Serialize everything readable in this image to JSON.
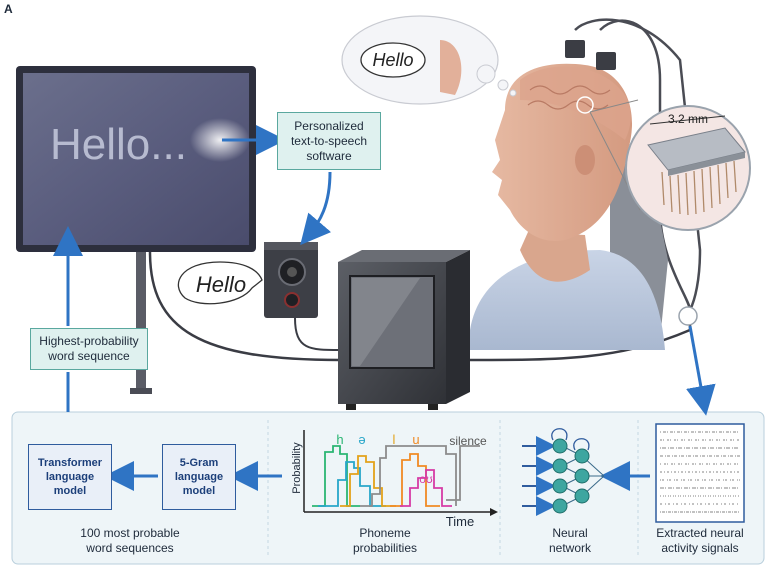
{
  "panel_letter": "A",
  "screen": {
    "text": "Hello..."
  },
  "thought": {
    "text": "Hello"
  },
  "speaker": {
    "text": "Hello"
  },
  "tts_box": {
    "line1": "Personalized",
    "line2": "text-to-speech",
    "line3": "software"
  },
  "word_seq_box": {
    "line1": "Highest-probability",
    "line2": "word sequence"
  },
  "array_size": "3.2 mm",
  "transformer_box": {
    "line1": "Transformer",
    "line2": "language",
    "line3": "model"
  },
  "gram_box": {
    "line1": "5-Gram",
    "line2": "language",
    "line3": "model"
  },
  "captions": {
    "sequences": {
      "line1": "100 most probable",
      "line2": "word sequences"
    },
    "phoneme": {
      "line1": "Phoneme",
      "line2": "probabilities"
    },
    "network": {
      "line1": "Neural",
      "line2": "network"
    },
    "signals": {
      "line1": "Extracted neural",
      "line2": "activity signals"
    }
  },
  "phoneme_chart": {
    "ylabel": "Probability",
    "xlabel": "Time",
    "phonemes": [
      {
        "symbol": "h",
        "color": "#2bb673"
      },
      {
        "symbol": "ə",
        "color": "#27a6c9"
      },
      {
        "symbol": "l",
        "color": "#e3a21a"
      },
      {
        "symbol": "u",
        "color": "#f08a24"
      },
      {
        "symbol": "oʊ",
        "color": "#d63ba5"
      },
      {
        "symbol": "silence",
        "color": "#8c8c8c"
      }
    ]
  },
  "colors": {
    "accent_blue": "#2f74c4",
    "box_teal": "#dff1ef",
    "panel_bg": "#eef5f8"
  }
}
